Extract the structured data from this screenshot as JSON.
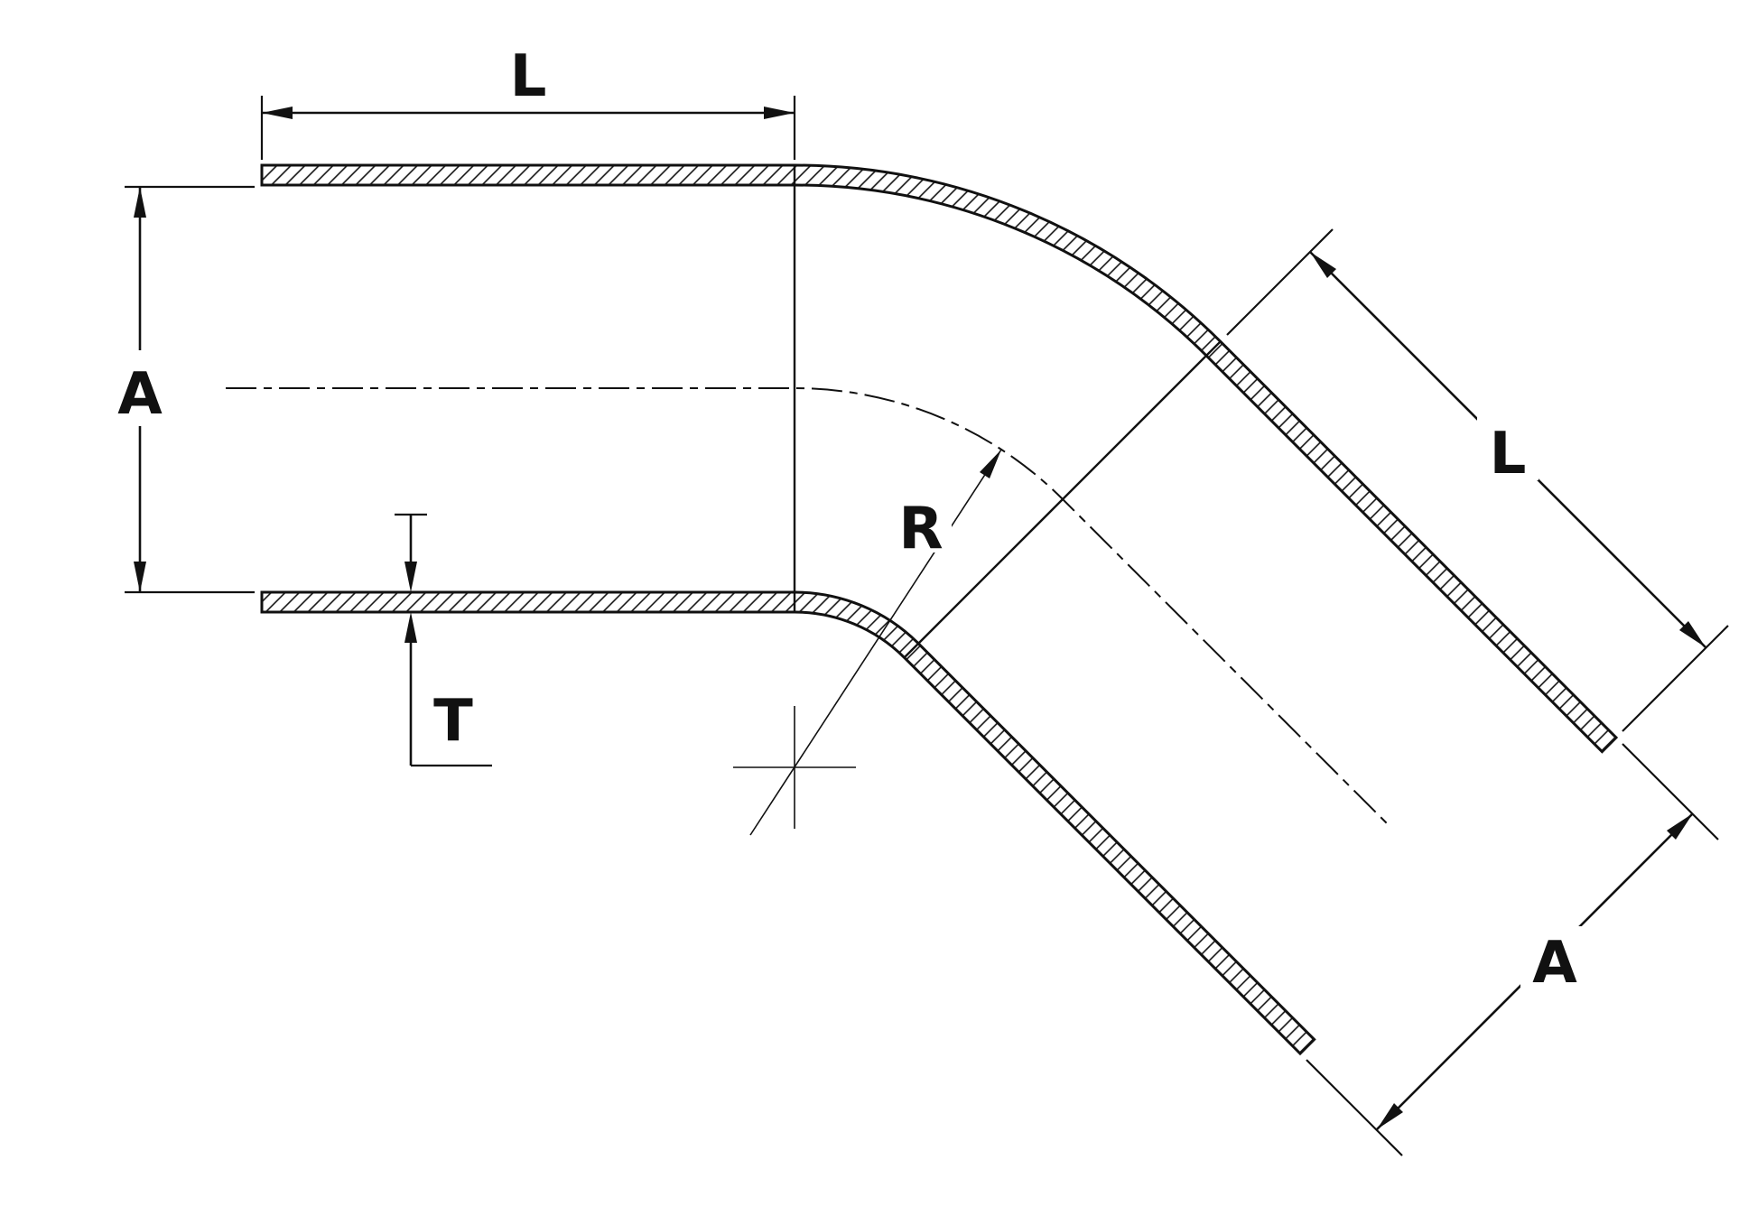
{
  "diagram": {
    "colors": {
      "line": "#111111",
      "background": "#ffffff"
    },
    "labels": {
      "straight_leg_length": "L",
      "inner_diameter_left": "A",
      "wall_thickness": "T",
      "bend_radius": "R",
      "angled_leg_length": "L",
      "inner_diameter_end": "A"
    }
  }
}
